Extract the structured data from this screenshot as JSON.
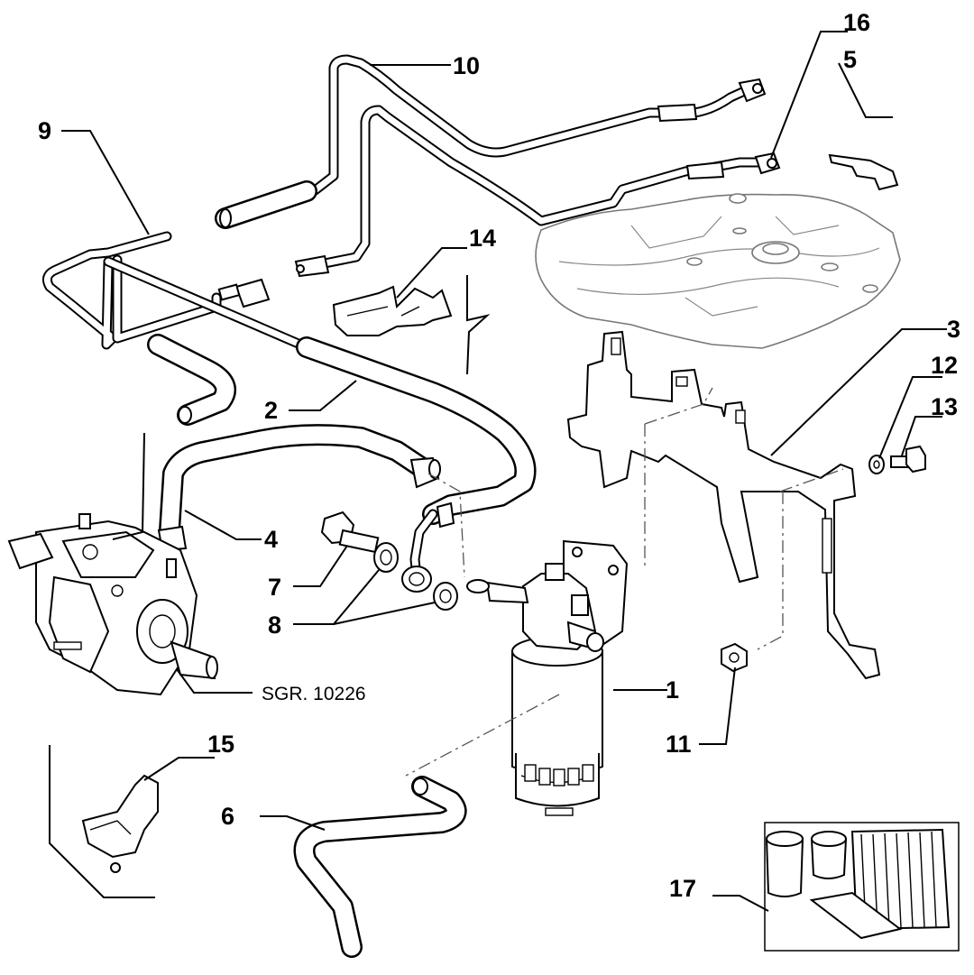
{
  "diagram": {
    "callouts": [
      {
        "id": "1",
        "label": "1"
      },
      {
        "id": "2",
        "label": "2"
      },
      {
        "id": "3",
        "label": "3"
      },
      {
        "id": "4",
        "label": "4"
      },
      {
        "id": "5",
        "label": "5"
      },
      {
        "id": "6",
        "label": "6"
      },
      {
        "id": "7",
        "label": "7"
      },
      {
        "id": "8",
        "label": "8"
      },
      {
        "id": "9",
        "label": "9"
      },
      {
        "id": "10",
        "label": "10"
      },
      {
        "id": "11",
        "label": "11"
      },
      {
        "id": "12",
        "label": "12"
      },
      {
        "id": "13",
        "label": "13"
      },
      {
        "id": "14",
        "label": "14"
      },
      {
        "id": "15",
        "label": "15"
      },
      {
        "id": "16",
        "label": "16"
      },
      {
        "id": "17",
        "label": "17"
      }
    ],
    "reference": "SGR. 10226"
  }
}
